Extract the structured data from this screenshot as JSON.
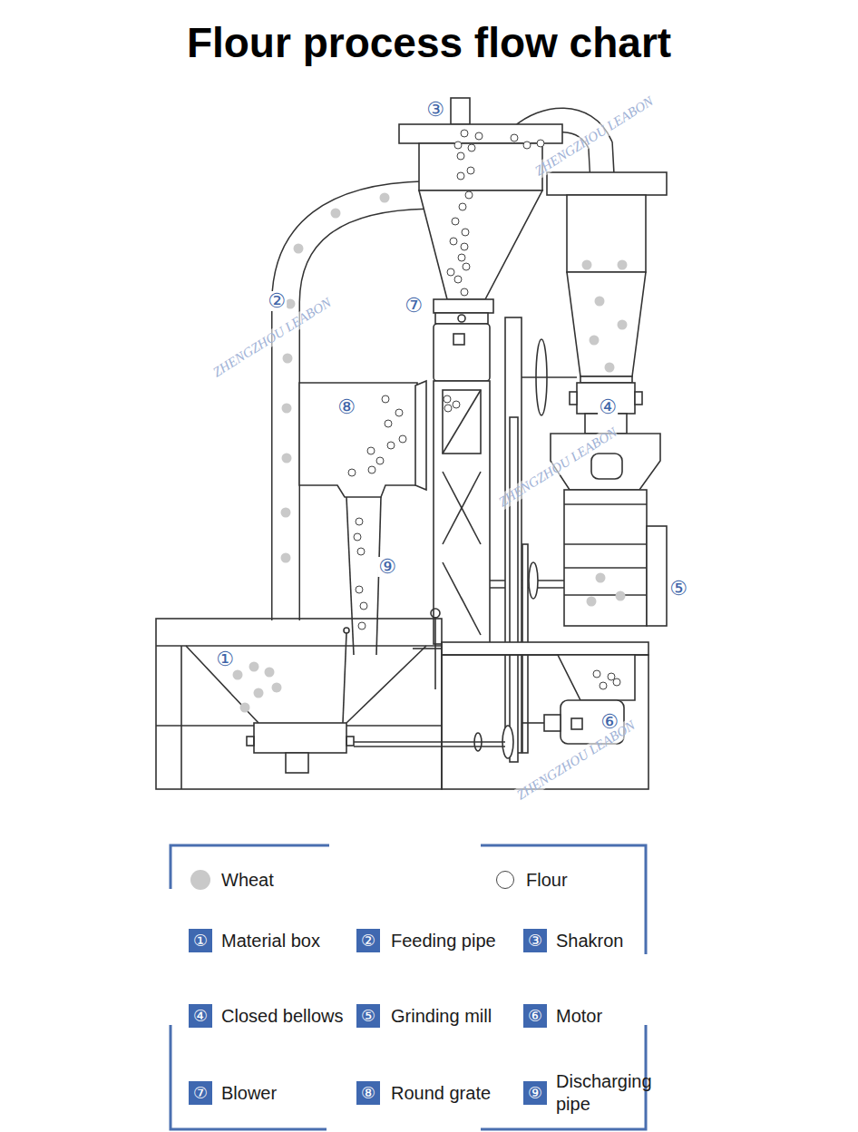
{
  "diagram": {
    "title": "Flour process flow chart",
    "labels": [
      "③",
      "②",
      "⑦",
      "⑧",
      "④",
      "⑨",
      "⑤",
      "①",
      "⑥",
      "ZHENGZHOU LEABON",
      "ZHENGZHOU LEABON",
      "ZHENGZHOU LEABON",
      "ZHENGZHOU LEABON",
      "①",
      "Material box",
      "②",
      "Feeding pipe",
      "③",
      "Shakron",
      "④",
      "Closed bellows",
      "⑤",
      "Grinding mill",
      "⑥",
      "Motor",
      "⑦",
      "Blower",
      "⑧",
      "Round grate",
      "⑨",
      "Discharging pipe"
    ],
    "legend": [
      {
        "text": "Wheat",
        "color": "#c9c9c9"
      },
      {
        "text": "Flour",
        "color": "#ffffff"
      }
    ]
  }
}
